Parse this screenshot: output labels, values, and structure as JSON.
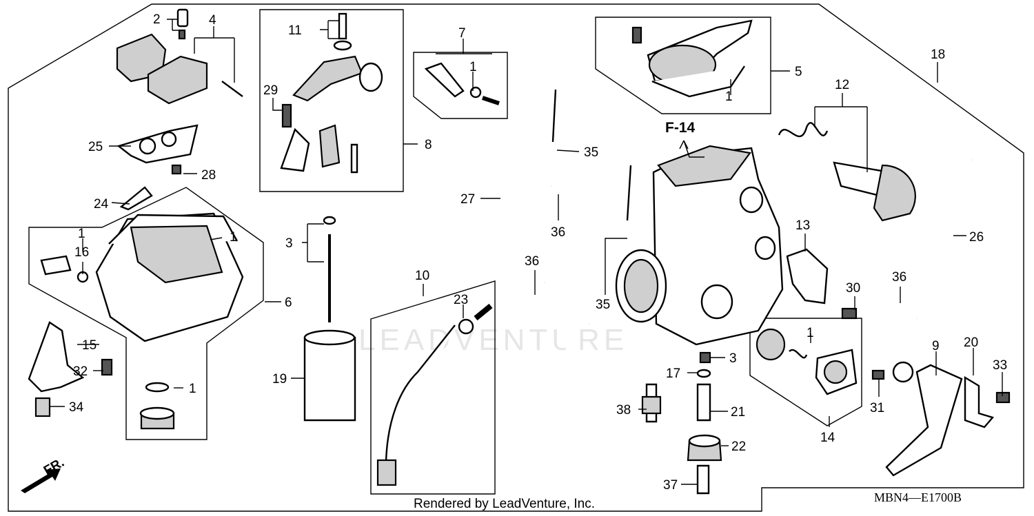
{
  "callouts": [
    {
      "id": "c2",
      "text": "2"
    },
    {
      "id": "c4",
      "text": "4"
    },
    {
      "id": "c11",
      "text": "11"
    },
    {
      "id": "c7",
      "text": "7"
    },
    {
      "id": "c1a",
      "text": "1"
    },
    {
      "id": "c5",
      "text": "5"
    },
    {
      "id": "c1b",
      "text": "1"
    },
    {
      "id": "c18",
      "text": "18"
    },
    {
      "id": "c12",
      "text": "12"
    },
    {
      "id": "c29",
      "text": "29"
    },
    {
      "id": "c8",
      "text": "8"
    },
    {
      "id": "c35a",
      "text": "35"
    },
    {
      "id": "c25",
      "text": "25"
    },
    {
      "id": "c28",
      "text": "28"
    },
    {
      "id": "c27",
      "text": "27"
    },
    {
      "id": "c24",
      "text": "24"
    },
    {
      "id": "c36a",
      "text": "36"
    },
    {
      "id": "c1c",
      "text": "1"
    },
    {
      "id": "c1d",
      "text": "1"
    },
    {
      "id": "c3a",
      "text": "3"
    },
    {
      "id": "c13",
      "text": "13"
    },
    {
      "id": "c26",
      "text": "26"
    },
    {
      "id": "c16",
      "text": "16"
    },
    {
      "id": "c36b",
      "text": "36"
    },
    {
      "id": "c10",
      "text": "10"
    },
    {
      "id": "c36c",
      "text": "36"
    },
    {
      "id": "c6",
      "text": "6"
    },
    {
      "id": "c23",
      "text": "23"
    },
    {
      "id": "c35b",
      "text": "35"
    },
    {
      "id": "c30",
      "text": "30"
    },
    {
      "id": "c1e",
      "text": "1"
    },
    {
      "id": "c15",
      "text": "15"
    },
    {
      "id": "c3b",
      "text": "3"
    },
    {
      "id": "c9",
      "text": "9"
    },
    {
      "id": "c20",
      "text": "20"
    },
    {
      "id": "c33",
      "text": "33"
    },
    {
      "id": "c32",
      "text": "32"
    },
    {
      "id": "c17",
      "text": "17"
    },
    {
      "id": "c19",
      "text": "19"
    },
    {
      "id": "c1f",
      "text": "1"
    },
    {
      "id": "c31",
      "text": "31"
    },
    {
      "id": "c34",
      "text": "34"
    },
    {
      "id": "c38",
      "text": "38"
    },
    {
      "id": "c21",
      "text": "21"
    },
    {
      "id": "c14",
      "text": "14"
    },
    {
      "id": "c22",
      "text": "22"
    },
    {
      "id": "c37",
      "text": "37"
    }
  ],
  "figure_ref": "F-14",
  "front_marker": "FR.",
  "watermark": "LEADVENTURE",
  "footer": {
    "credit": "Rendered by LeadVenture, Inc.",
    "diagram_code": "MBN4—E1700B"
  }
}
